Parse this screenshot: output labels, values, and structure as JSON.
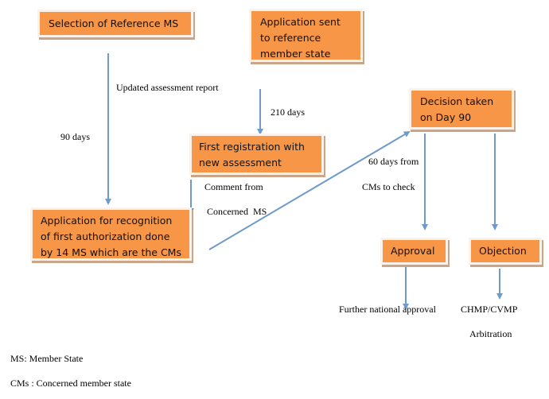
{
  "nodes": {
    "selection_reference_ms": "Selection of Reference MS",
    "application_sent": "Application sent to reference member state",
    "first_registration": "First registration with new assessment report",
    "application_recognition": "Application for recognition of first authorization done by 14 MS which are the CMs",
    "decision_day90": "Decision taken on Day 90",
    "approval": "Approval",
    "objection": "Objection"
  },
  "edge_labels": {
    "updated_assessment": "Updated assessment report",
    "days_90": "90 days",
    "days_210": "210 days",
    "comment_from": "Comment from",
    "concerned_ms": "Concerned  MS",
    "days_60_from": "60 days from",
    "cms_to_check": "CMs to check",
    "further_national": "Further national approval",
    "chmp_cvmp": "CHMP/CVMP",
    "arbitration": "Arbitration"
  },
  "legend": {
    "ms": "MS: Member State",
    "cms": "CMs : Concerned member state"
  },
  "colors": {
    "node_fill": "#f79646",
    "connector": "#6f9bcb"
  }
}
